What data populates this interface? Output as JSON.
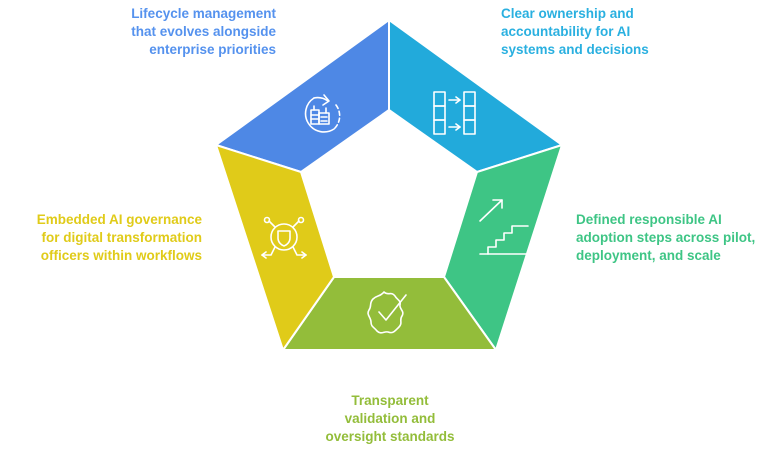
{
  "diagram": {
    "type": "pentagon-cycle",
    "segments": [
      {
        "id": "lifecycle",
        "position": "top-left",
        "color": "#4E88E5",
        "text_color": "#5592EE",
        "icon": "refresh-document-icon",
        "lines": [
          "Lifecycle management",
          "that evolves alongside",
          "enterprise priorities"
        ]
      },
      {
        "id": "ownership",
        "position": "top-right",
        "color": "#22AADB",
        "text_color": "#2AB0E0",
        "icon": "transfer-grid-icon",
        "lines": [
          "Clear ownership and",
          "accountability for AI",
          "systems and decisions"
        ]
      },
      {
        "id": "adoption",
        "position": "right",
        "color": "#3EC585",
        "text_color": "#3EC585",
        "icon": "stairs-arrow-icon",
        "lines": [
          "Defined responsible AI",
          "adoption steps across pilot,",
          "deployment, and scale"
        ]
      },
      {
        "id": "validation",
        "position": "bottom",
        "color": "#93BD3A",
        "text_color": "#93BD3A",
        "icon": "badge-check-icon",
        "lines": [
          "Transparent",
          "validation and",
          "oversight standards"
        ]
      },
      {
        "id": "governance",
        "position": "left",
        "color": "#E0CB19",
        "text_color": "#E0CB19",
        "icon": "shield-network-icon",
        "lines": [
          "Embedded AI governance",
          "for digital transformation",
          "officers within workflows"
        ]
      }
    ]
  }
}
